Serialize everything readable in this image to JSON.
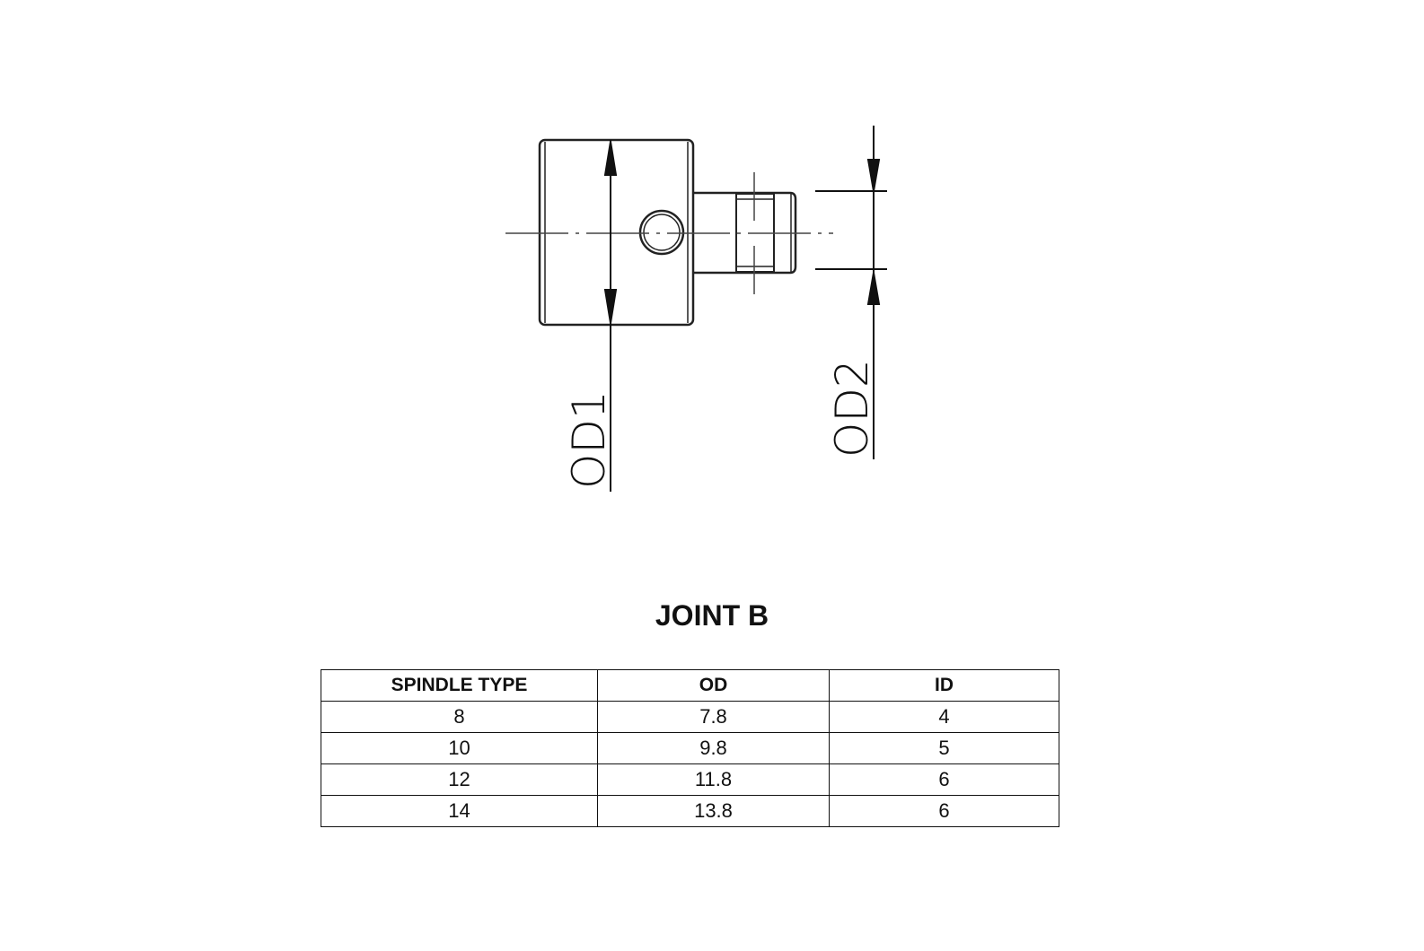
{
  "drawing": {
    "od1_label": "OD1",
    "od2_label": "OD2"
  },
  "title": "JOINT B",
  "table": {
    "headers": [
      "SPINDLE TYPE",
      "OD",
      "ID"
    ],
    "rows": [
      [
        "8",
        "7.8",
        "4"
      ],
      [
        "10",
        "9.8",
        "5"
      ],
      [
        "12",
        "11.8",
        "6"
      ],
      [
        "14",
        "13.8",
        "6"
      ]
    ]
  }
}
